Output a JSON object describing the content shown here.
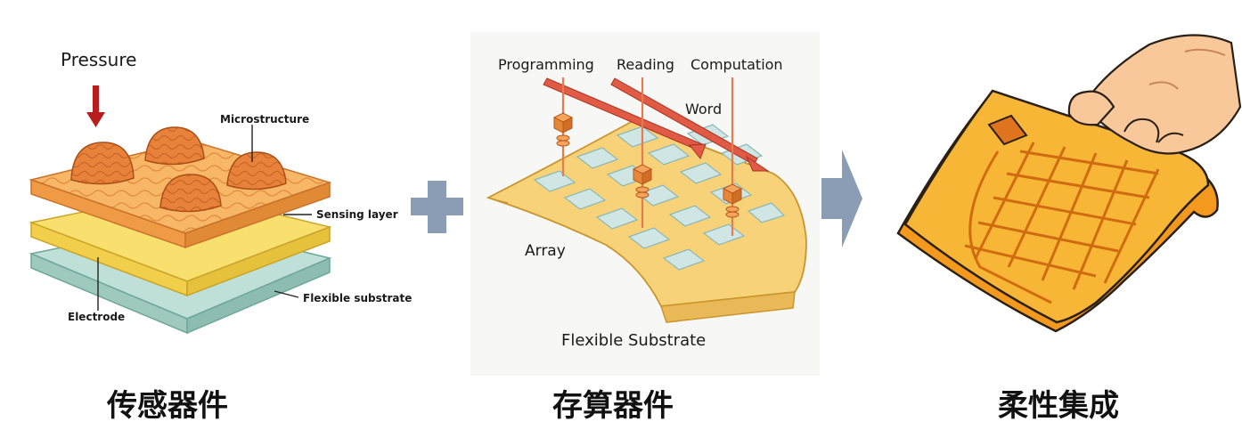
{
  "panels": {
    "sensing": {
      "pressure_label": "Pressure",
      "microstructure_label": "Microstructure",
      "sensing_layer_label": "Sensing layer",
      "flexible_substrate_label": "Flexible substrate",
      "electrode_label": "Electrode",
      "caption": "传感器件"
    },
    "storage": {
      "programming_label": "Programming",
      "reading_label": "Reading",
      "computation_label": "Computation",
      "word_label": "Word",
      "array_label": "Array",
      "substrate_label": "Flexible Substrate",
      "caption": "存算器件"
    },
    "integration": {
      "caption": "柔性集成"
    }
  },
  "colors": {
    "orange": "#f4a24e",
    "orange_dark": "#d9772b",
    "yellow": "#f7d65a",
    "teal": "#a9d3c9",
    "red_arrow": "#d83a2e",
    "connector": "#8b9db5"
  }
}
